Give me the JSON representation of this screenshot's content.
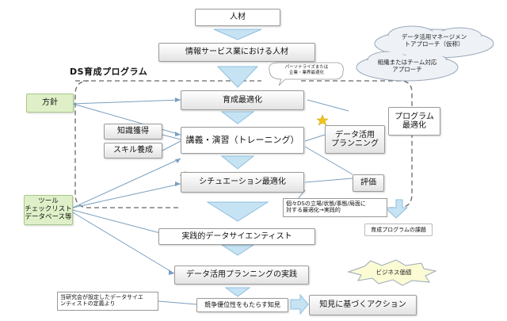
{
  "nodes": {
    "jinzai": "人材",
    "info_service": "情報サービス業における人材",
    "ds_program": "DS育成プログラム",
    "ikusei_opt": "育成最適化",
    "houshin": "方針",
    "program_opt": "プログラム\n最適化",
    "chishiki": "知識獲得",
    "skill": "スキル養成",
    "kougi": "講義・演習（トレーニング）",
    "data_planning": "データ活用\nプランニング",
    "hyouka": "評価",
    "situation_opt": "シチュエーション最適化",
    "tool": "ツール\nチェックリスト\nデータベース等",
    "koko_note": "個々DSの立場/状態/事態/局面に\n対する最適化→実践的",
    "program_issue": "育成プログラムの課題",
    "jissenteki": "実践的データサイエンティスト",
    "data_planning_practice": "データ活用プランニングの実践",
    "kyosou": "競争優位性をもたらす知見",
    "action": "知見に基づくアクション",
    "business": "ビジネス価値",
    "study_note": "当研究会が設定したデータサイエ\nンティストの定義より",
    "personalize_note": "パーソナライズまたは\n企業・業界最適化"
  },
  "clouds": {
    "cloud1": "データ活用マネージメン\nトアプローチ（仮称）",
    "cloud2": "組織またはチーム対応\nアプローチ"
  },
  "colors": {
    "arrow_fill": "#c6e3f4",
    "arrow_stroke": "#8fbfdc",
    "green_box": "#dff0c8",
    "star": "#f3c21a",
    "dashed": "#666666"
  }
}
